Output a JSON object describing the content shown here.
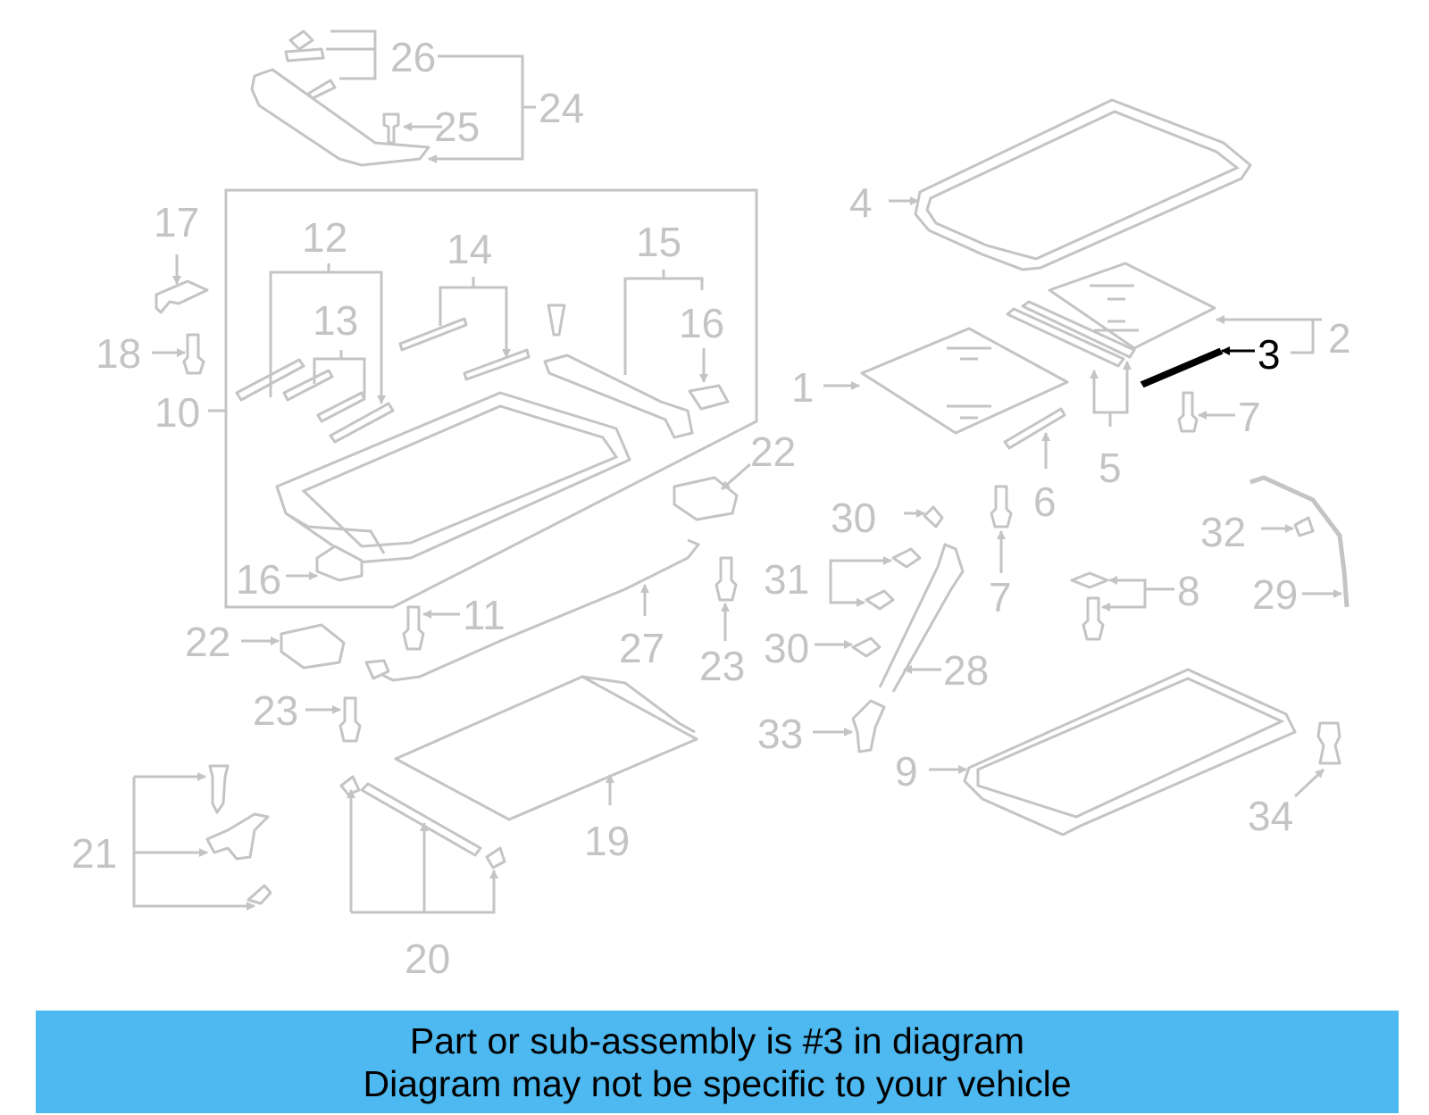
{
  "callouts": [
    "1",
    "2",
    "3",
    "4",
    "5",
    "6",
    "7",
    "7",
    "8",
    "9",
    "10",
    "11",
    "12",
    "13",
    "14",
    "15",
    "16",
    "16",
    "17",
    "18",
    "19",
    "20",
    "21",
    "22",
    "22",
    "23",
    "23",
    "24",
    "25",
    "26",
    "27",
    "28",
    "29",
    "30",
    "30",
    "31",
    "32",
    "33",
    "34"
  ],
  "highlighted_part": "3",
  "colors": {
    "part_lines": "#c4c4c4",
    "highlight": "#000000",
    "banner": "#4db9f0"
  },
  "banner": {
    "line1": "Part or sub-assembly is #3 in diagram",
    "line2": "Diagram may not be specific to your vehicle"
  }
}
